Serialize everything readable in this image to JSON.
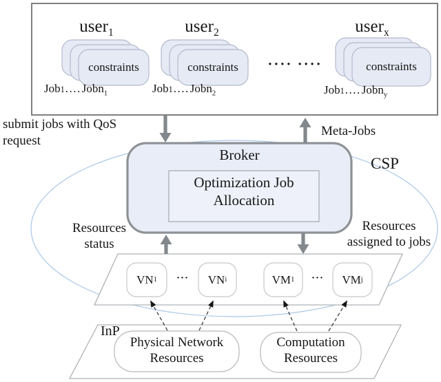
{
  "users": [
    {
      "name": "user",
      "sub": "1",
      "card": "constraints",
      "jobs": {
        "first": "Job",
        "first_sub": "1",
        "dots": "....",
        "last": "Jobn",
        "last_sub": "1"
      }
    },
    {
      "name": "user",
      "sub": "2",
      "card": "constraints",
      "jobs": {
        "first": "Job",
        "first_sub": "1",
        "dots": "....",
        "last": "Jobn",
        "last_sub": "2"
      }
    },
    {
      "name": "user",
      "sub": "x",
      "card": "constraints",
      "jobs": {
        "first": "Job",
        "first_sub": "1",
        "dots": "....",
        "last": "Jobn",
        "last_sub": "y"
      }
    }
  ],
  "users_ellipsis": "···· ····",
  "flow_labels": {
    "submit": "submit jobs with QoS request",
    "meta_jobs": "Meta-Jobs",
    "csp": "CSP",
    "status_line1": "Resources",
    "status_line2": "status",
    "assigned_line1": "Resources",
    "assigned_line2": "assigned to jobs"
  },
  "broker": {
    "title": "Broker",
    "allocation_line1": "Optimization Job",
    "allocation_line2": "Allocation"
  },
  "virtual_nodes": {
    "vn1": {
      "base": "VN",
      "sub": "1"
    },
    "vni": {
      "base": "VN",
      "sub": "i"
    },
    "vm1": {
      "base": "VM",
      "sub": "1"
    },
    "vmj": {
      "base": "VM",
      "sub": "j"
    },
    "dots": "···"
  },
  "infrastructure": {
    "inp": "InP",
    "physical_line1": "Physical Network",
    "physical_line2": "Resources",
    "computation_line1": "Computation",
    "computation_line2": "Resources"
  },
  "colors": {
    "card_fill": "#e6eaf5",
    "broker_fill": "#e9edf7",
    "ellipse_stroke": "#a9c7e7",
    "arrow_gray": "#83888c",
    "box_border": "#7f7f7f"
  }
}
